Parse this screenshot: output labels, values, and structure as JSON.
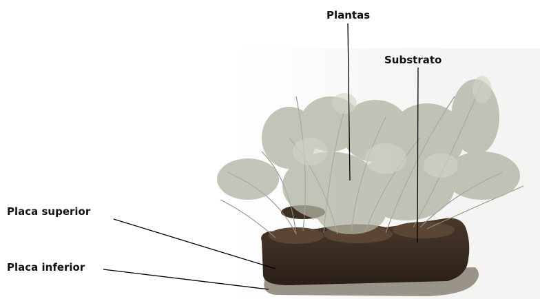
{
  "labels": {
    "plantas": "Plantas",
    "substrato": "Substrato",
    "placa_superior": "Placa superior",
    "placa_inferior": "Placa inferior"
  },
  "colors": {
    "soil": "#3a2c22",
    "soil_dark": "#2a1f18",
    "base_plate": "#8a8478",
    "foliage": "#a9ad9b",
    "leader": "#000000"
  }
}
